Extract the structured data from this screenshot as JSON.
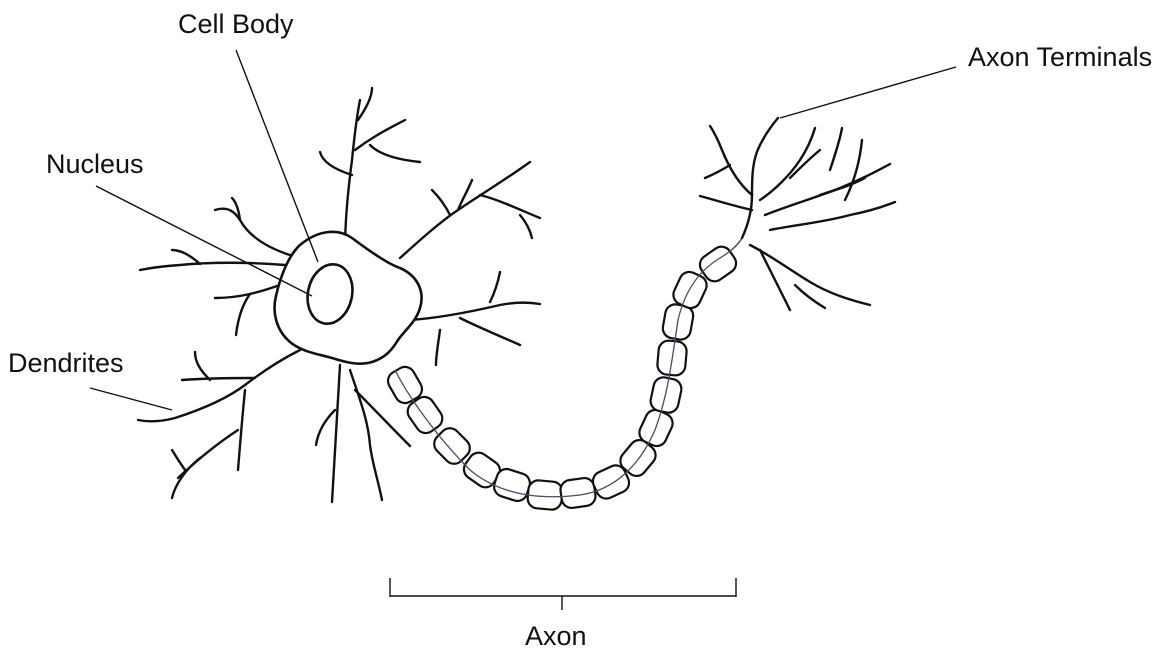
{
  "diagram": {
    "labels": {
      "cell_body": "Cell Body",
      "nucleus": "Nucleus",
      "dendrites": "Dendrites",
      "axon_terminals": "Axon Terminals",
      "axon": "Axon"
    }
  }
}
